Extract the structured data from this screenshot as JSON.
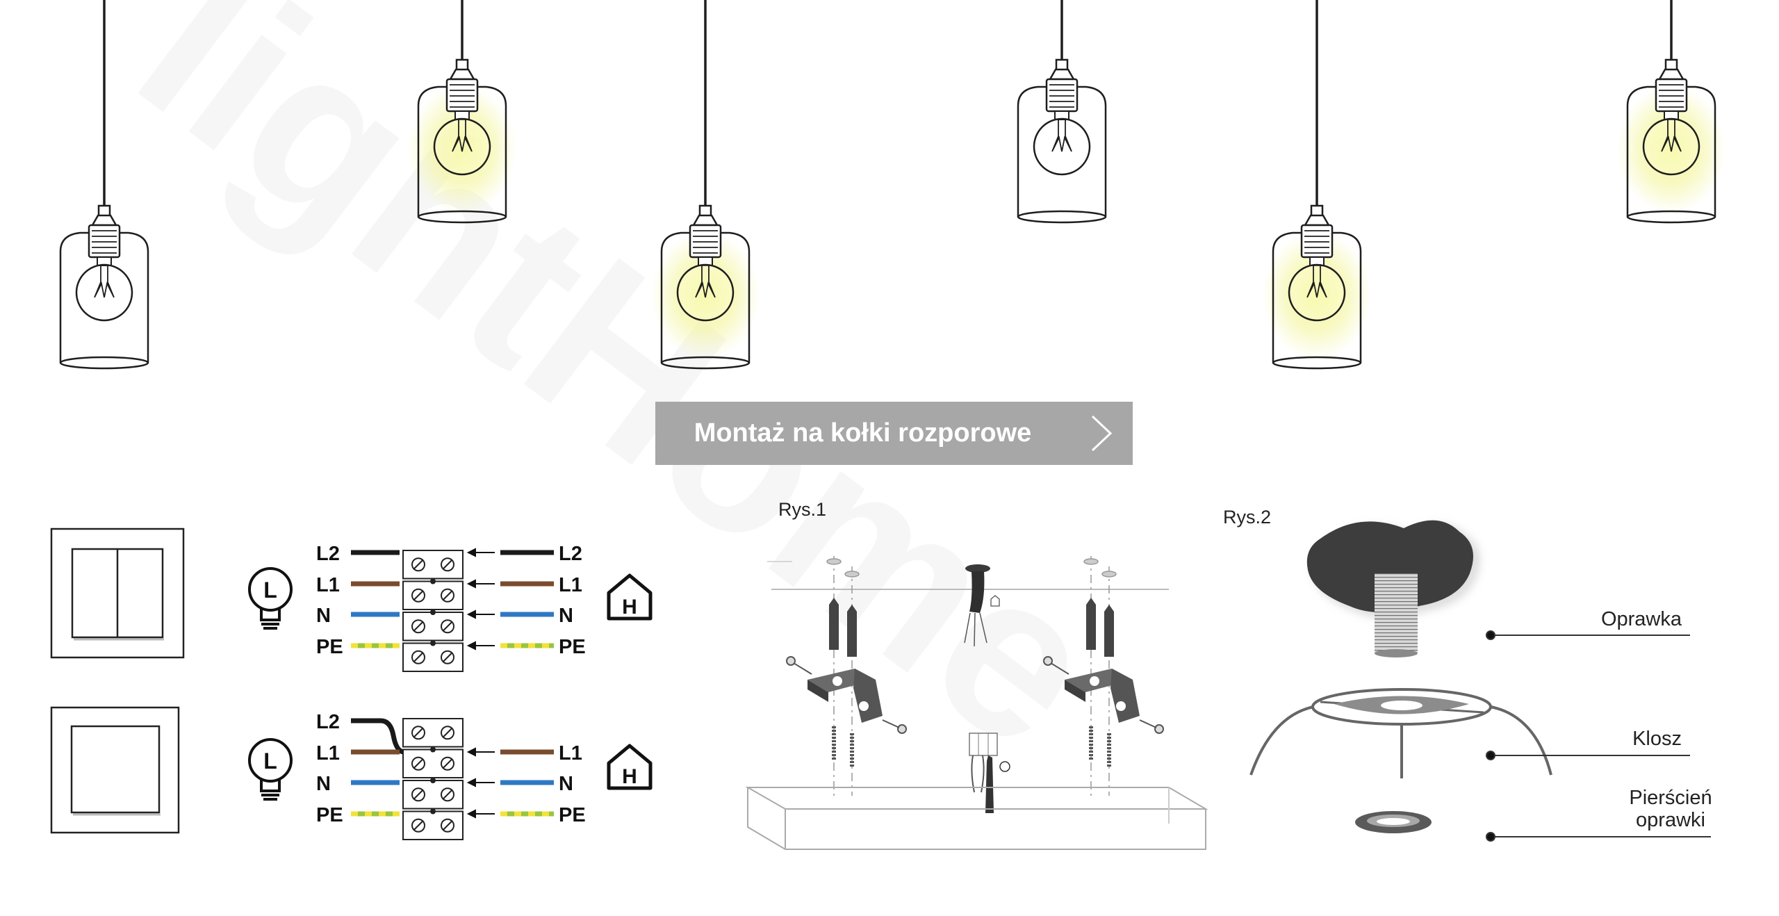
{
  "watermark": "lightHome",
  "banner": {
    "title": "Montaż na kołki rozporowe"
  },
  "wiring": {
    "diagrams": [
      {
        "switch": "double",
        "lamp_symbol": "L",
        "home_symbol": "H",
        "left_labels": [
          "L2",
          "L1",
          "N",
          "PE"
        ],
        "right_labels": [
          "L2",
          "L1",
          "N",
          "PE"
        ]
      },
      {
        "switch": "single",
        "lamp_symbol": "L",
        "home_symbol": "H",
        "left_labels": [
          "L2",
          "L1",
          "N",
          "PE"
        ],
        "right_labels": [
          "L1",
          "N",
          "PE"
        ]
      }
    ],
    "wire_colors": {
      "L2": "#1a1a1a",
      "L1": "#7a4b2e",
      "N": "#2f78c4",
      "PE": "#9bc53d",
      "PE_stripe": "#f2e23a"
    }
  },
  "figures": {
    "fig1": {
      "label": "Rys.1"
    },
    "fig2": {
      "label": "Rys.2",
      "parts": [
        {
          "name": "Oprawka"
        },
        {
          "name": "Klosz"
        },
        {
          "name": "Pierścień",
          "line2": "oprawki"
        }
      ]
    }
  },
  "lamps": [
    {
      "lit": false
    },
    {
      "lit": true
    },
    {
      "lit": true
    },
    {
      "lit": false
    },
    {
      "lit": true
    },
    {
      "lit": true
    }
  ],
  "colors": {
    "banner": "#a7a7a7",
    "glow": "#f3f59a",
    "bracket": "#4a4a4a",
    "canopy": "#3d3d3d"
  }
}
